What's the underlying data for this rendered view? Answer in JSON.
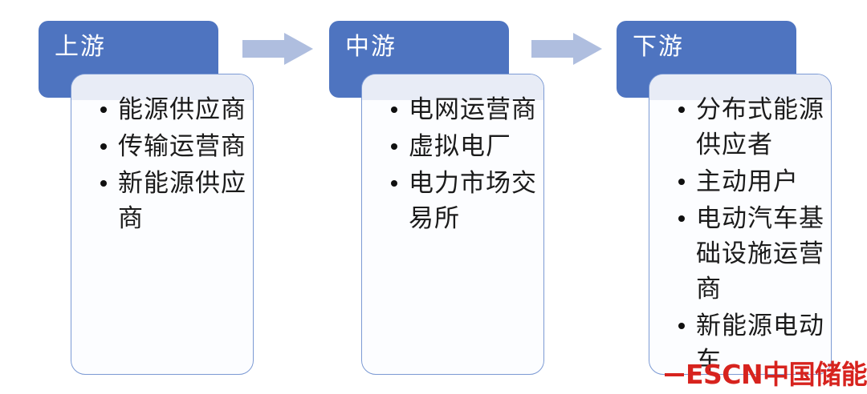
{
  "diagram": {
    "type": "value-chain",
    "background_color": "#FFFFFF",
    "header_color": "#4E74C0",
    "header_text_color": "#FFFFFF",
    "card_border_color": "#7C9AD4",
    "card_fill_color": "#FCFDFF",
    "card_overlap_tint_color": "#E8ECF6",
    "arrow_color": "#AFBEDF",
    "bullet_color": "#101010",
    "stages": [
      {
        "id": "upstream",
        "header": "上游",
        "items": [
          "能源供应商",
          "传输运营商",
          "新能源供应商"
        ]
      },
      {
        "id": "midstream",
        "header": "中游",
        "items": [
          "电网运营商",
          "虚拟电厂",
          "电力市场交易所"
        ]
      },
      {
        "id": "downstream",
        "header": "下游",
        "items": [
          "分布式能源供应者",
          "主动用户",
          "电动汽车基础设施运营商",
          "新能源电动车"
        ]
      }
    ],
    "connectors": [
      {
        "id": "arrow-upstream-to-midstream",
        "icon": "right-arrow-icon"
      },
      {
        "id": "arrow-midstream-to-downstream",
        "icon": "right-arrow-icon"
      }
    ]
  },
  "watermark": {
    "brand_latin": "ESCN",
    "brand_cjk": "中国储能网",
    "full_text": "ESCN中国储能网",
    "color": "#D7231E"
  }
}
